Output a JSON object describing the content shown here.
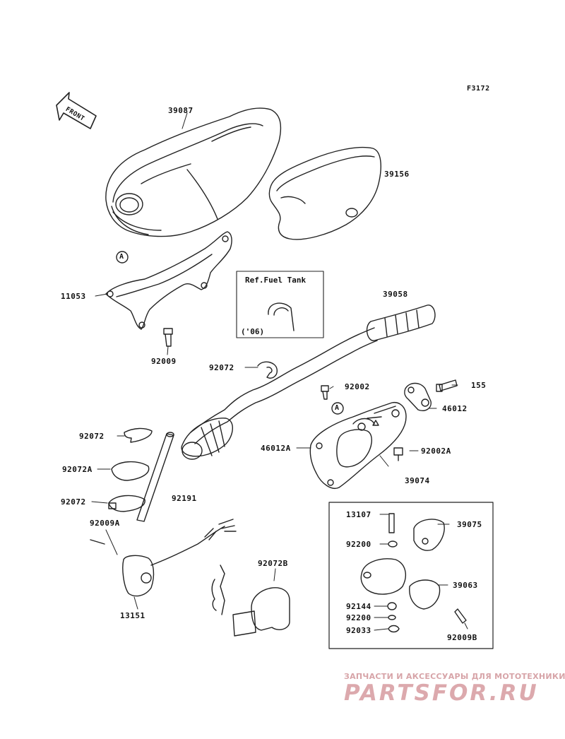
{
  "figure_code": "F3172",
  "front_marker": "FRONT",
  "callout_letter": "A",
  "reference_box": {
    "title": "Ref.Fuel Tank",
    "note": "('06)"
  },
  "parts": [
    "39087",
    "39156",
    "11053",
    "92009",
    "39058",
    "92072",
    "92002",
    "155",
    "46012",
    "46012A",
    "92002A",
    "39074",
    "92072",
    "92072A",
    "92072",
    "92191",
    "92009A",
    "13151",
    "92072B",
    "13107",
    "39075",
    "92200",
    "39063",
    "92144",
    "92200",
    "92033",
    "92009B"
  ],
  "watermark": {
    "caption": "ЗАПЧАСТИ И АКСЕССУАРЫ ДЛЯ МОТОТЕХНИКИ",
    "brand": "PARTSFOR.RU",
    "color": "#dca9ad"
  }
}
